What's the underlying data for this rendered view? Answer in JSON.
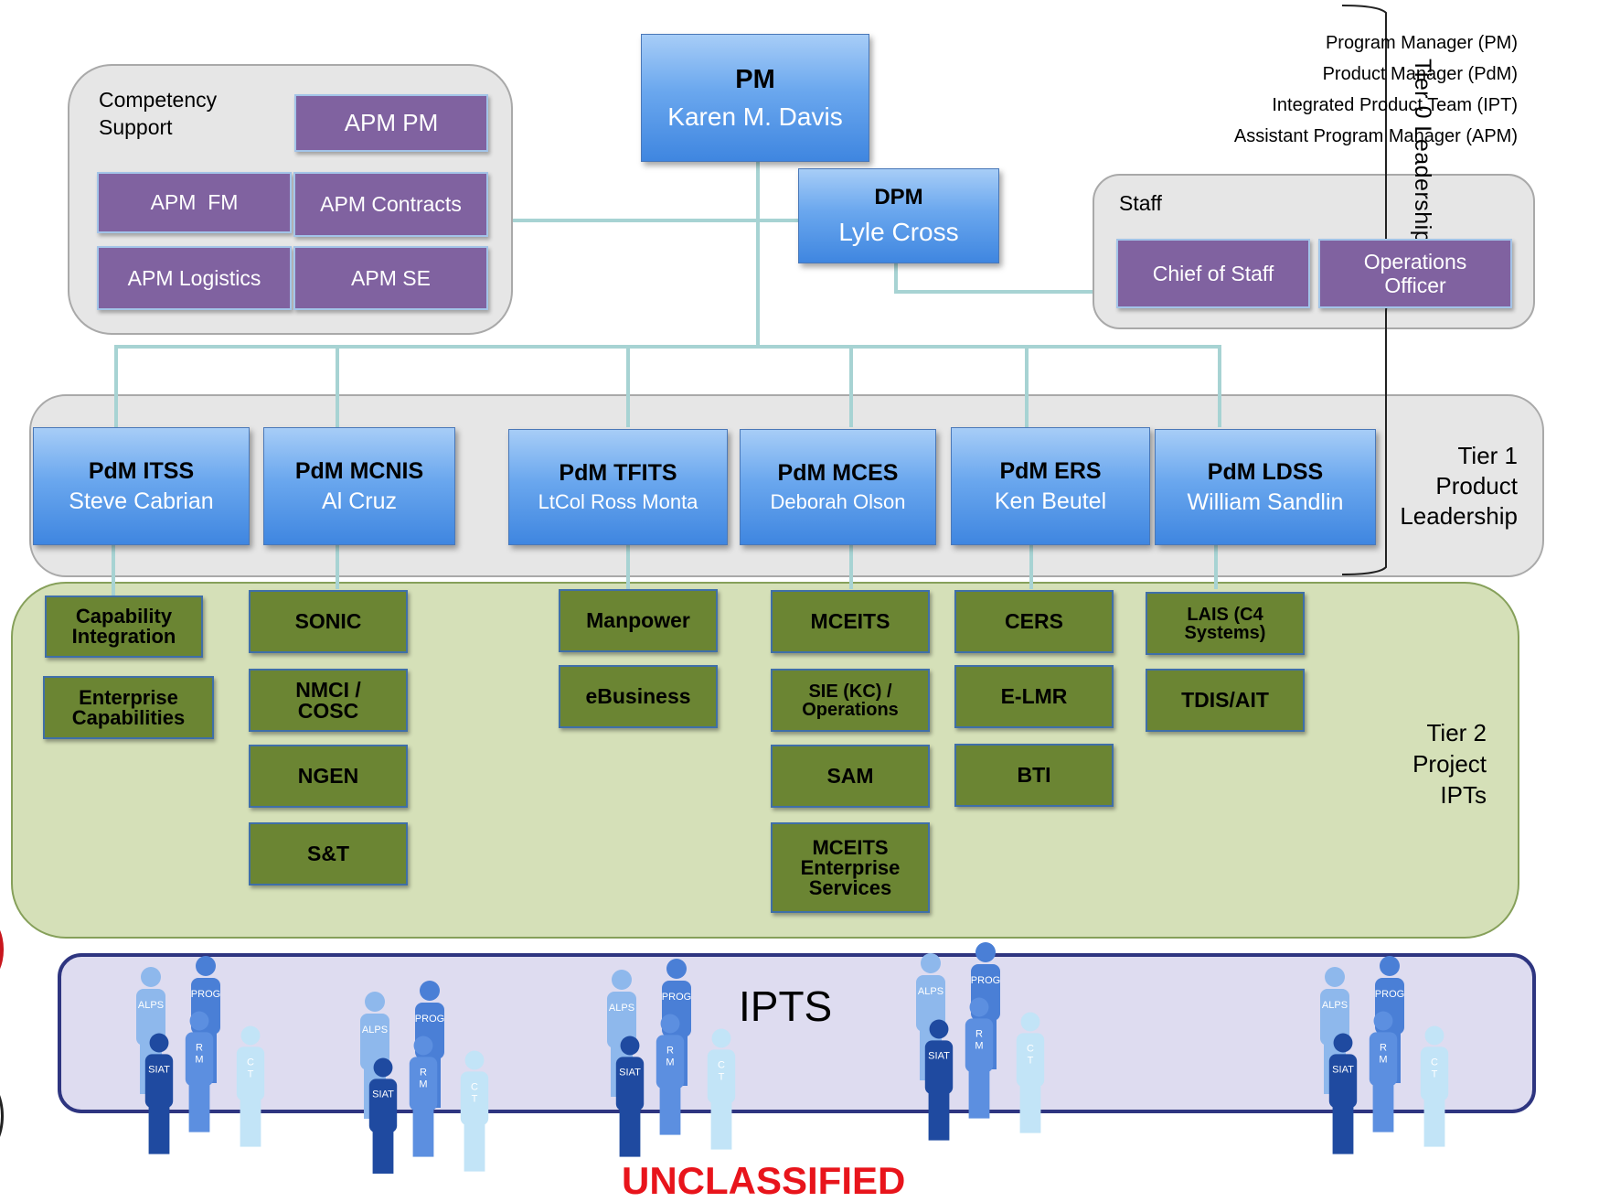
{
  "pm": {
    "title": "PM",
    "name": "Karen M. Davis"
  },
  "dpm": {
    "title": "DPM",
    "name": "Lyle Cross"
  },
  "legend": [
    "Program Manager (PM)",
    "Product Manager (PdM)",
    "Integrated Product Team (IPT)",
    "Assistant Program Manager (APM)"
  ],
  "tier0_label": "Tier 0 Leadership",
  "competency": {
    "label": "Competency Support",
    "boxes": [
      "APM PM",
      "APM  FM",
      "APM Contracts",
      "APM Logistics",
      "APM SE"
    ]
  },
  "staff": {
    "label": "Staff",
    "boxes": [
      "Chief of Staff",
      "Operations Officer"
    ]
  },
  "tier1": {
    "label": "Tier 1 Product Leadership",
    "pdms": [
      {
        "title": "PdM ITSS",
        "name": "Steve Cabrian"
      },
      {
        "title": "PdM MCNIS",
        "name": "Al Cruz"
      },
      {
        "title": "PdM TFITS",
        "name": "LtCol Ross Monta"
      },
      {
        "title": "PdM MCES",
        "name": "Deborah Olson"
      },
      {
        "title": "PdM ERS",
        "name": "Ken Beutel"
      },
      {
        "title": "PdM LDSS",
        "name": "William Sandlin"
      }
    ]
  },
  "tier2": {
    "label": "Tier 2 Project IPTs",
    "ipts": [
      "Capability Integration",
      "Enterprise Capabilities",
      "SONIC",
      "NMCI / COSC",
      "NGEN",
      "S&T",
      "Manpower",
      "eBusiness",
      "MCEITS",
      "SIE (KC) / Operations",
      "SAM",
      "MCEITS Enterprise Services",
      "CERS",
      "E-LMR",
      "BTI",
      "LAIS (C4 Systems)",
      "TDIS/AIT"
    ]
  },
  "ipts_label": "IPTS",
  "person_labels": {
    "alps": "ALPS",
    "prog": "PROG",
    "siat": "SIAT",
    "rm": "R M",
    "ct": "C T"
  },
  "footer": "UNCLASSIFIED",
  "colors": {
    "blue_box": "#6aa7ee",
    "purple_box": "#8062a0",
    "green_box": "#6b8533",
    "ipts_border": "#2e3580",
    "connector": "#a7d3d3",
    "footer_red": "#e8141b"
  }
}
